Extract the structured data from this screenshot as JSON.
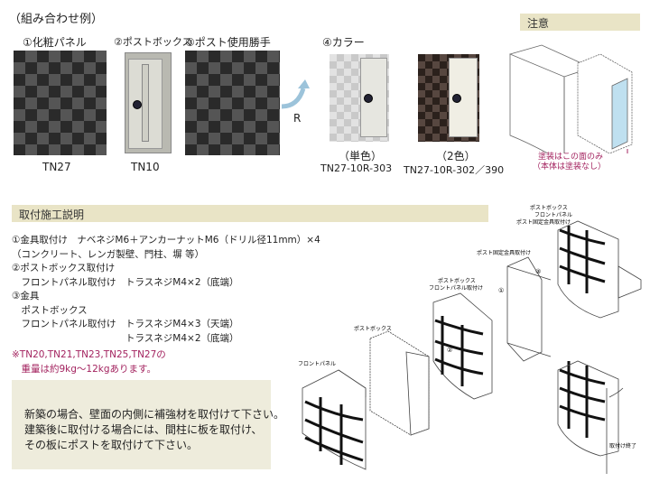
{
  "combo": {
    "title": "（組み合わせ例）",
    "labels": [
      "①化粧パネル",
      "②ポストボックス",
      "③ポスト使用勝手",
      "④カラー"
    ],
    "panel_code": "TN27",
    "box_code": "TN10",
    "hand": "R",
    "colors": [
      {
        "label": "（単色）",
        "code": "TN27-10R-303"
      },
      {
        "label": "（2色）",
        "code": "TN27-10R-302／390"
      }
    ]
  },
  "caution": {
    "header": "注意",
    "callout": [
      "塗装はこの面のみ",
      "（本体は塗装なし）"
    ],
    "accent": "#a3235f"
  },
  "install": {
    "header": "取付施工説明",
    "lines": [
      "①金具取付け　ナベネジM6＋アンカーナットM6（ドリル径11mm）×4",
      "（コンクリート、レンガ製壁、門柱、塀 等）",
      "②ポストボックス取付け",
      "　フロントパネル取付け　トラスネジM4×2（底端）",
      "③金具",
      "　ポストボックス",
      "　フロントパネル取付け　トラスネジM4×3（天端）",
      "　　　　　　　　　　　　トラスネジM4×2（底端）"
    ],
    "weight_note": [
      "※TN20,TN21,TN23,TN25,TN27の",
      "　重量は約9kg～12kgあります。"
    ],
    "advice": [
      "新築の場合、壁面の内側に補強材を取付けて下さい。",
      "建築後に取付ける場合には、間柱に板を取付け、",
      "その板にポストを取付けて下さい。"
    ]
  },
  "diagram": {
    "front_panel": "フロントパネル",
    "post_box": "ポストボックス",
    "step2": [
      "ポストボックス",
      "フロントパネル取付け"
    ],
    "bracket": "ポスト固定金具取付け",
    "step3": [
      "ポストボックス",
      "フロントパネル",
      "ポスト固定金具取付け"
    ],
    "done": "取付け終了",
    "marks": [
      "①",
      "②",
      "③"
    ]
  }
}
